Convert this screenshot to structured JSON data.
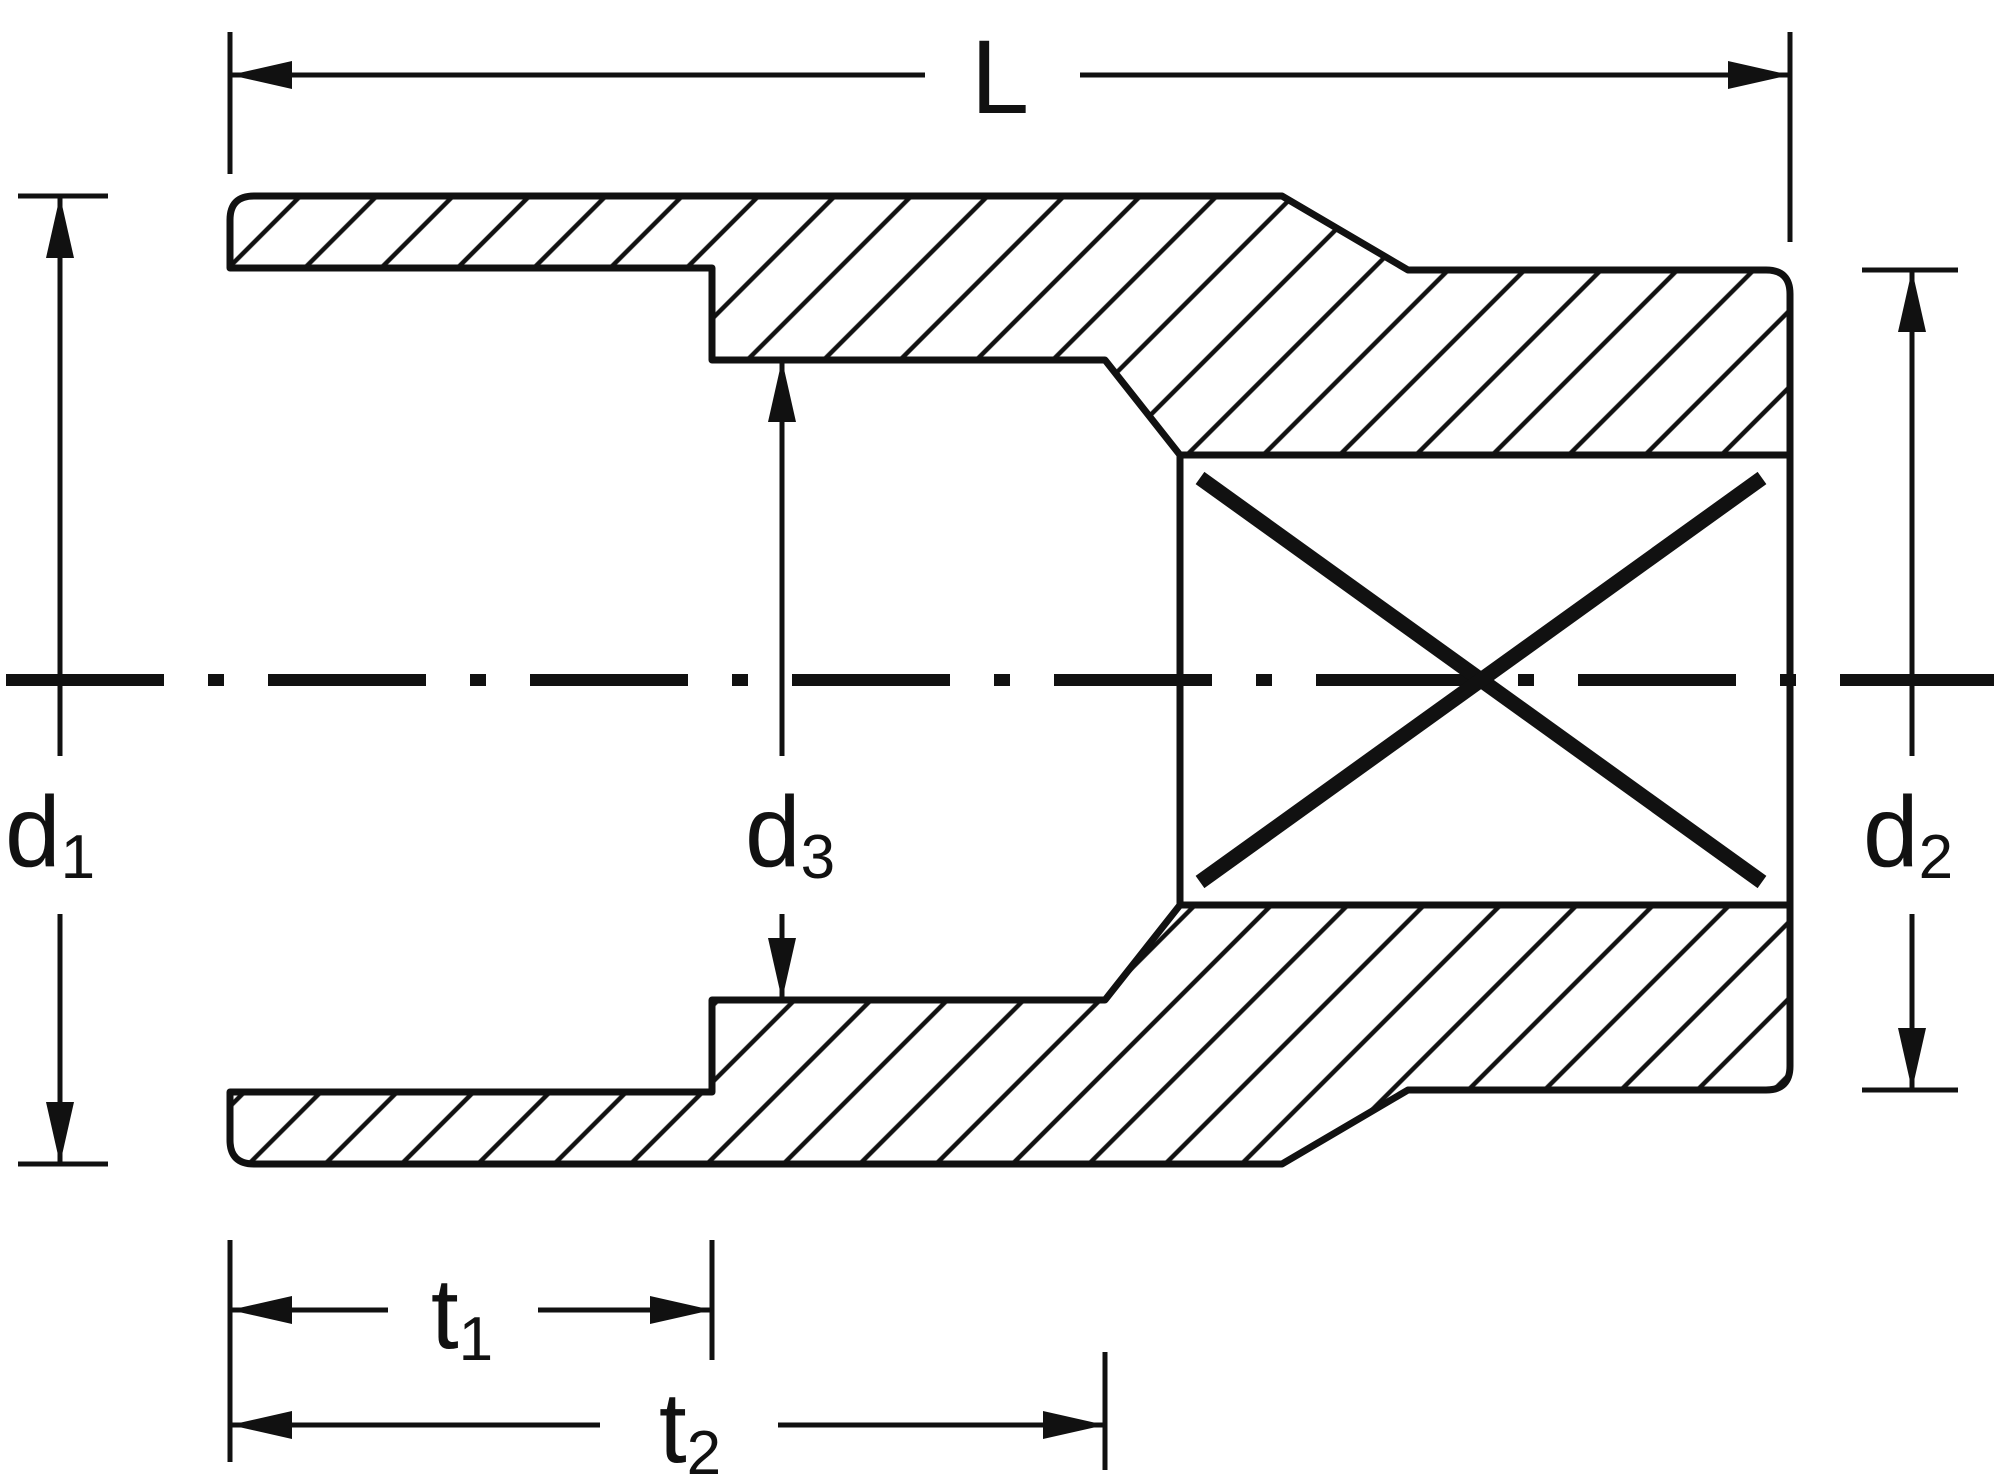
{
  "drawing": {
    "kind": "dimensioned technical cross-section",
    "labels": {
      "L": {
        "base": "L",
        "sub": ""
      },
      "d1": {
        "base": "d",
        "sub": "1"
      },
      "d2": {
        "base": "d",
        "sub": "2"
      },
      "d3": {
        "base": "d",
        "sub": "3"
      },
      "t1": {
        "base": "t",
        "sub": "1"
      },
      "t2": {
        "base": "t",
        "sub": "2"
      }
    },
    "colors": {
      "ink": "#111111",
      "background": "#ffffff"
    }
  }
}
